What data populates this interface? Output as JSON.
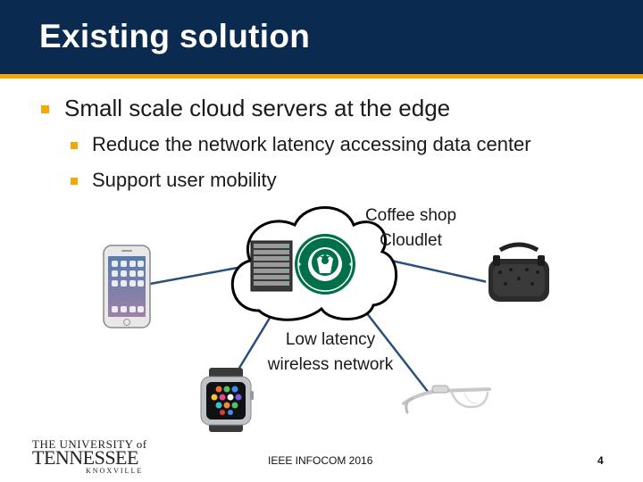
{
  "slide": {
    "title": "Existing solution",
    "bullets": [
      {
        "text": "Small scale cloud servers at the edge"
      },
      {
        "text": "Reduce the network latency accessing data center"
      },
      {
        "text": "Support user mobility"
      }
    ],
    "labels": {
      "cloudlet_line1": "Coffee shop",
      "cloudlet_line2": "Cloudlet",
      "network_line1": "Low latency",
      "network_line2": "wireless network"
    },
    "footer": {
      "conference": "IEEE INFOCOM 2016",
      "page_number": "4"
    },
    "logo": {
      "line1": "THE UNIVERSITY of",
      "line2": "TENNESSEE",
      "line3": "KNOXVILLE"
    },
    "colors": {
      "title_bg": "#0b2a4f",
      "accent": "#f2a900",
      "link_line": "#2c4f7c"
    },
    "icons": [
      "smartphone-icon",
      "server-rack-icon",
      "starbucks-logo-icon",
      "vr-headset-icon",
      "smartwatch-icon",
      "smart-glasses-icon"
    ]
  }
}
